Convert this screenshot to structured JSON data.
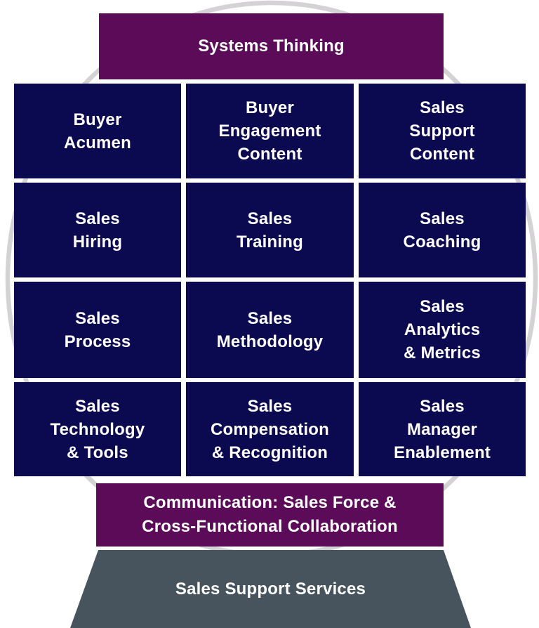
{
  "colors": {
    "navy": "#0b0950",
    "purple": "#5b0b57",
    "slate": "#47545d",
    "circle": "#d5d2d5",
    "text": "#ffffff"
  },
  "banners": {
    "top": "Systems Thinking",
    "bottom": "Communication: Sales Force &\nCross-Functional Collaboration"
  },
  "grid": {
    "cells": [
      {
        "label": "Buyer\nAcumen"
      },
      {
        "label": "Buyer\nEngagement\nContent"
      },
      {
        "label": "Sales\nSupport\nContent"
      },
      {
        "label": "Sales\nHiring"
      },
      {
        "label": "Sales\nTraining"
      },
      {
        "label": "Sales\nCoaching"
      },
      {
        "label": "Sales\nProcess"
      },
      {
        "label": "Sales\nMethodology"
      },
      {
        "label": "Sales\nAnalytics\n& Metrics"
      },
      {
        "label": "Sales\nTechnology\n& Tools"
      },
      {
        "label": "Sales\nCompensation\n& Recognition"
      },
      {
        "label": "Sales\nManager\nEnablement"
      }
    ]
  },
  "base": {
    "label": "Sales Support Services"
  }
}
